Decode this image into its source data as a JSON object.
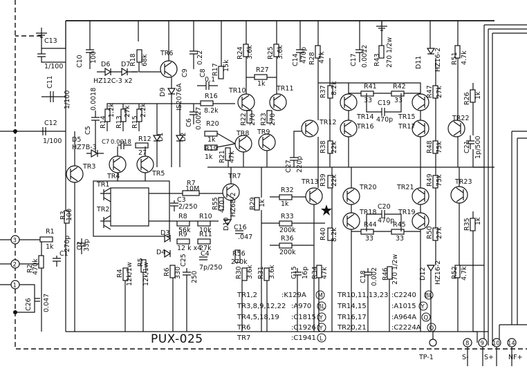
{
  "board_id": "PUX-025",
  "components": {
    "C13": {
      "ref": "C13",
      "value": "1/100"
    },
    "C10": {
      "ref": "C10",
      "value": "100"
    },
    "C11": {
      "ref": "C11",
      "value": "1/100"
    },
    "C12": {
      "ref": "C12",
      "value": "1/100"
    },
    "C5": {
      "ref": "C5",
      "value": "0.0018"
    },
    "C7": {
      "ref": "C7",
      "value": "0.0018"
    },
    "C9": {
      "ref": "C9",
      "value": "0.22"
    },
    "C8": {
      "ref": "C8",
      "value": "0.1"
    },
    "C6": {
      "ref": "C6",
      "value": "0.0027"
    },
    "C14": {
      "ref": "C14",
      "value": "470p"
    },
    "C17": {
      "ref": "C17",
      "value": "0.0012"
    },
    "C19": {
      "ref": "C19",
      "value": "470p"
    },
    "C21": {
      "ref": "C21",
      "value": "1p/500"
    },
    "C27": {
      "ref": "C27",
      "value": "220p"
    },
    "C20": {
      "ref": "C20",
      "value": "470p"
    },
    "C16": {
      "ref": "C16",
      "value": ".047"
    },
    "C3": {
      "ref": "C3",
      "value": "2/250"
    },
    "C1": {
      "ref": "C1",
      "value": "270p"
    },
    "C2": {
      "ref": "C2",
      "value": "33p"
    },
    "C25": {
      "ref": "C25",
      "value": "250"
    },
    "C4": {
      "ref": "C4",
      "value": "7p/250"
    },
    "C15": {
      "ref": "C15",
      "value": "16p"
    },
    "C18": {
      "ref": "C18",
      "value": "0.002"
    },
    "C26": {
      "ref": "C26",
      "value": "0.047"
    },
    "R18": {
      "ref": "R18",
      "value": "68k"
    },
    "R17": {
      "ref": "R17",
      "value": "15k"
    },
    "R16": {
      "ref": "R16",
      "value": "8.2k"
    },
    "R20": {
      "ref": "R20",
      "value": "1k"
    },
    "R19": {
      "ref": "R19",
      "value": "1k"
    },
    "R21": {
      "ref": "R21",
      "value": "47k"
    },
    "R22": {
      "ref": "R22",
      "value": "270"
    },
    "R23": {
      "ref": "R23",
      "value": "270"
    },
    "R24": {
      "ref": "R24",
      "value": "3.6k"
    },
    "R25": {
      "ref": "R25",
      "value": "3.6k"
    },
    "R27": {
      "ref": "R27",
      "value": "1k"
    },
    "R28": {
      "ref": "R28",
      "value": "47k"
    },
    "R43": {
      "ref": "R43",
      "value": "270 1/2w"
    },
    "R51": {
      "ref": "R51",
      "value": "4.7k"
    },
    "R26": {
      "ref": "R26",
      "value": "1k"
    },
    "R37": {
      "ref": "R37",
      "value": "8.2k"
    },
    "R41": {
      "ref": "R41",
      "value": "33"
    },
    "R42": {
      "ref": "R42",
      "value": "33"
    },
    "R47": {
      "ref": "R47",
      "value": "27k"
    },
    "R38": {
      "ref": "R38",
      "value": "22k"
    },
    "R48": {
      "ref": "R48",
      "value": "75k"
    },
    "R14": {
      "ref": "R14",
      "value": "1.2k"
    },
    "R13": {
      "ref": "R13",
      "value": "27k"
    },
    "R12": {
      "ref": "R12",
      "value": "27"
    },
    "R15": {
      "ref": "R15",
      "value": "2.2k"
    },
    "R11": {
      "ref": "R11",
      "value": "27k"
    },
    "R7": {
      "ref": "R7",
      "value": "10M"
    },
    "R8": {
      "ref": "R8",
      "value": "56k"
    },
    "R10": {
      "ref": "R10",
      "value": "10k"
    },
    "R9": {
      "ref": "R9",
      "value": "12 k x4"
    },
    "R55": {
      "ref": "R55",
      "value": "470"
    },
    "R29": {
      "ref": "R29",
      "value": "1k"
    },
    "R32": {
      "ref": "R32",
      "value": "1k"
    },
    "R33": {
      "ref": "R33",
      "value": "200k"
    },
    "R36": {
      "ref": "R36",
      "value": "200k"
    },
    "R56": {
      "ref": "R56",
      "value": "270k"
    },
    "R39": {
      "ref": "R39",
      "value": "22k"
    },
    "R40": {
      "ref": "R40",
      "value": "8.2k"
    },
    "R44": {
      "ref": "R44",
      "value": "33"
    },
    "R45": {
      "ref": "R45",
      "value": "33"
    },
    "R49": {
      "ref": "R49",
      "value": "75k"
    },
    "R50": {
      "ref": "R50",
      "value": "27k"
    },
    "R35": {
      "ref": "R35",
      "value": "1k"
    },
    "R3": {
      "ref": "R3",
      "value": "100"
    },
    "R1": {
      "ref": "R1",
      "value": "1k"
    },
    "R2": {
      "ref": "R2",
      "value": "470k"
    },
    "R4": {
      "ref": "R4",
      "value": "12k/1w"
    },
    "R5": {
      "ref": "R5",
      "value": "12k/1w"
    },
    "R6": {
      "ref": "R6",
      "value": "330"
    },
    "R30": {
      "ref": "R30",
      "value": "3.6k"
    },
    "R31": {
      "ref": "R31",
      "value": "3.6k"
    },
    "R34": {
      "ref": "R34",
      "value": "47k"
    },
    "R46": {
      "ref": "R46",
      "value": "270 1/2w"
    },
    "R52": {
      "ref": "R52",
      "value": "4.7k"
    },
    "D6": {
      "ref": "D6",
      "value": "HZ12C-3 x2"
    },
    "D7": {
      "ref": "D7",
      "value": ""
    },
    "D9": {
      "ref": "D9",
      "value": "IS2076A"
    },
    "D5": {
      "ref": "D5",
      "value": "HZ7B-3"
    },
    "D1": {
      "ref": "D1",
      "value": ""
    },
    "D2": {
      "ref": "D2",
      "value": ""
    },
    "D3": {
      "ref": "D3",
      "value": ""
    },
    "D4": {
      "ref": "D4",
      "value": ""
    },
    "D10": {
      "ref": "D10",
      "value": "HZ6B-2"
    },
    "D11": {
      "ref": "D11",
      "value": "HZ16-2"
    },
    "D12": {
      "ref": "D12",
      "value": "HZ16-2"
    },
    "TR1": "TR1",
    "TR2": "TR2",
    "TR3": "TR3",
    "TR4": "TR4",
    "TR5": "TR5",
    "TR6": "TR6",
    "TR7": "TR7",
    "TR8": "TR8",
    "TR9": "TR9",
    "TR10": "TR10",
    "TR11": "TR11",
    "TR12": "TR12",
    "TR13": "TR13",
    "TR14": "TR14",
    "TR15": "TR15",
    "TR16": "TR16",
    "TR17": "TR17",
    "TR18": "TR18",
    "TR19": "TR19",
    "TR20": "TR20",
    "TR21": "TR21",
    "TR22": "TR22",
    "TR23": "TR23"
  },
  "terminals": {
    "t3": "3",
    "t2": "2",
    "t1": "1",
    "tp1": "TP-1",
    "t8": "8",
    "t9": "9",
    "t10": "10",
    "t14": "14",
    "s_minus": "S-",
    "s_plus": "S+",
    "nf_plus": "NF+"
  },
  "legend": [
    {
      "refs": "TR1,2",
      "part": ":K129A",
      "grade": "M"
    },
    {
      "refs": "TR3,8,9,12,22",
      "part": ":A970",
      "grade": "BL"
    },
    {
      "refs": "TR4,5,18,19",
      "part": ":C1815",
      "grade": "Y"
    },
    {
      "refs": "TR6",
      "part": ":C1926",
      "grade": "Y"
    },
    {
      "refs": "TR7",
      "part": ":C1941",
      "grade": "L"
    },
    {
      "refs": "TR10,11,13,23",
      "part": ":C2240",
      "grade": "BL"
    },
    {
      "refs": "TR14,15",
      "part": ":A1015",
      "grade": "Y"
    },
    {
      "refs": "TR16,17",
      "part": ":A964A",
      "grade": "Q"
    },
    {
      "refs": "TR20,21",
      "part": ":C2224A",
      "grade": "Q"
    }
  ]
}
